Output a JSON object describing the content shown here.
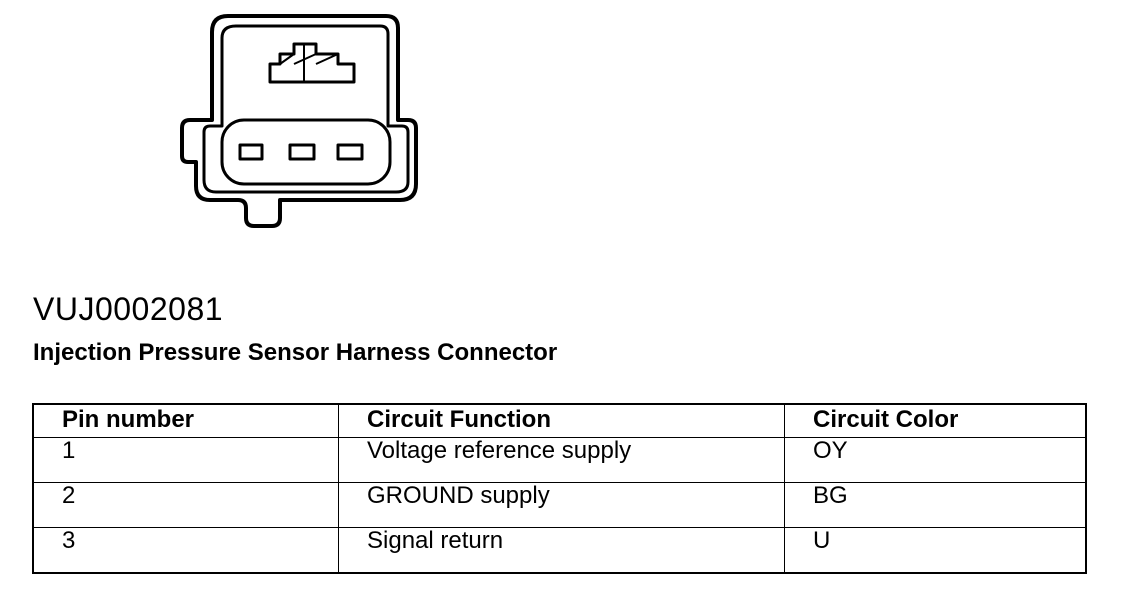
{
  "document": {
    "id": "VUJ0002081",
    "title": "Injection Pressure Sensor Harness Connector"
  },
  "connector_figure": {
    "pin_count": 3
  },
  "table": {
    "headers": [
      "Pin number",
      "Circuit Function",
      "Circuit Color"
    ],
    "rows": [
      [
        "1",
        "Voltage reference supply",
        "OY"
      ],
      [
        "2",
        "GROUND supply",
        "BG"
      ],
      [
        "3",
        "Signal return",
        "U"
      ]
    ]
  }
}
